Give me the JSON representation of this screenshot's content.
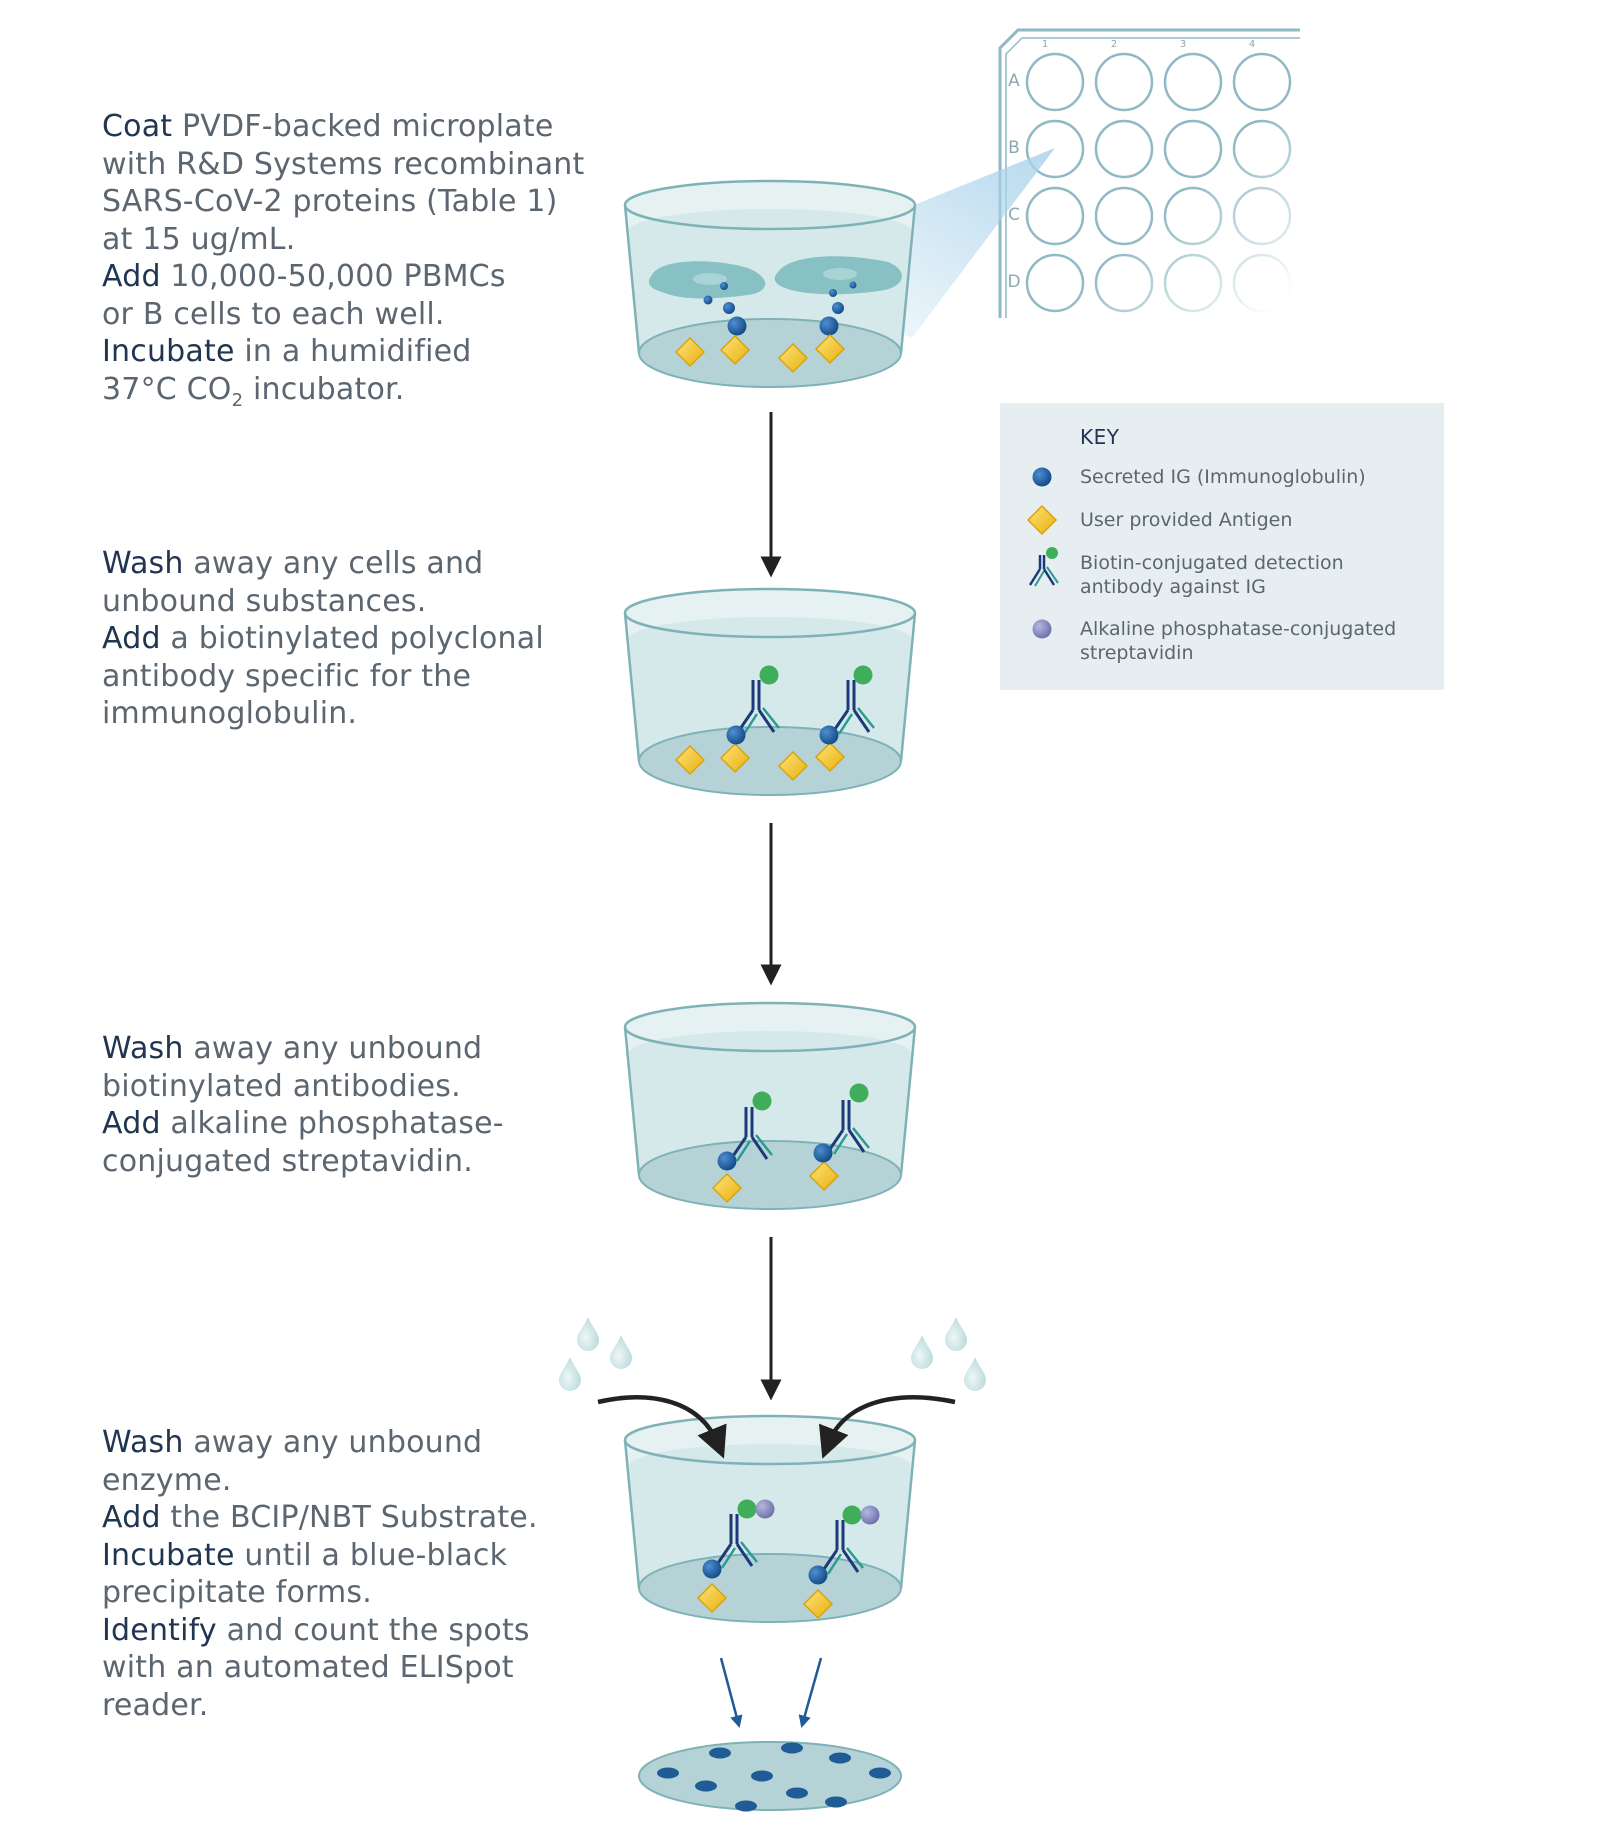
{
  "steps": [
    {
      "lines": [
        [
          {
            "kw": "Coat"
          },
          {
            "t": " PVDF-backed microplate"
          }
        ],
        [
          {
            "t": "with R&D Systems recombinant"
          }
        ],
        [
          {
            "t": "SARS-CoV-2 proteins (Table 1)"
          }
        ],
        [
          {
            "t": "at 15 ug/mL."
          }
        ],
        [
          {
            "kw": "Add"
          },
          {
            "t": " 10,000-50,000 PBMCs"
          }
        ],
        [
          {
            "t": "or B cells to each well."
          }
        ],
        [
          {
            "kw": "Incubate"
          },
          {
            "t": " in a humidified"
          }
        ],
        [
          {
            "t": "37°C CO"
          },
          {
            "sub": "2"
          },
          {
            "t": " incubator."
          }
        ]
      ]
    },
    {
      "lines": [
        [
          {
            "kw": "Wash"
          },
          {
            "t": " away any cells and"
          }
        ],
        [
          {
            "t": "unbound substances."
          }
        ],
        [
          {
            "kw": "Add"
          },
          {
            "t": " a biotinylated polyclonal"
          }
        ],
        [
          {
            "t": "antibody specific for the"
          }
        ],
        [
          {
            "t": "immunoglobulin."
          }
        ]
      ]
    },
    {
      "lines": [
        [
          {
            "kw": "Wash"
          },
          {
            "t": " away any unbound"
          }
        ],
        [
          {
            "t": "biotinylated antibodies."
          }
        ],
        [
          {
            "kw": "Add"
          },
          {
            "t": " alkaline phosphatase-"
          }
        ],
        [
          {
            "t": "conjugated streptavidin."
          }
        ]
      ]
    },
    {
      "lines": [
        [
          {
            "kw": "Wash"
          },
          {
            "t": " away any unbound"
          }
        ],
        [
          {
            "t": "enzyme."
          }
        ],
        [
          {
            "kw": "Add"
          },
          {
            "t": " the BCIP/NBT Substrate."
          }
        ],
        [
          {
            "kw": "Incubate"
          },
          {
            "t": " until a blue-black"
          }
        ],
        [
          {
            "t": "precipitate forms."
          }
        ],
        [
          {
            "kw": "Identify"
          },
          {
            "t": " and count the spots"
          }
        ],
        [
          {
            "t": "with an automated ELISpot"
          }
        ],
        [
          {
            "t": "reader."
          }
        ]
      ]
    }
  ],
  "plate": {
    "columns": [
      "1",
      "2",
      "3",
      "4"
    ],
    "rows": [
      "A",
      "B",
      "C",
      "D"
    ]
  },
  "key": {
    "title": "KEY",
    "items": [
      {
        "icon": "immunoglobulin-icon",
        "label": "Secreted IG (Immunoglobulin)"
      },
      {
        "icon": "antigen-icon",
        "label": "User provided Antigen"
      },
      {
        "icon": "detection-antibody-icon",
        "label": "Biotin-conjugated detection antibody against IG"
      },
      {
        "icon": "streptavidin-icon",
        "label": "Alkaline phosphatase-conjugated streptavidin"
      }
    ]
  },
  "colors": {
    "keyword": "#1f3550",
    "body_text": "#5c6670",
    "well_liquid": "#c9e2e3",
    "well_base": "#b5d3d6",
    "immunoglobulin": "#1d5f9e",
    "antigen": "#f4c81e",
    "biotin": "#3fae5a",
    "streptavidin": "#7f82b8",
    "antibody_dark": "#1c3a7a",
    "antibody_light": "#2b9a92",
    "spot": "#1f5c96",
    "key_bg": "#e7eef2"
  }
}
